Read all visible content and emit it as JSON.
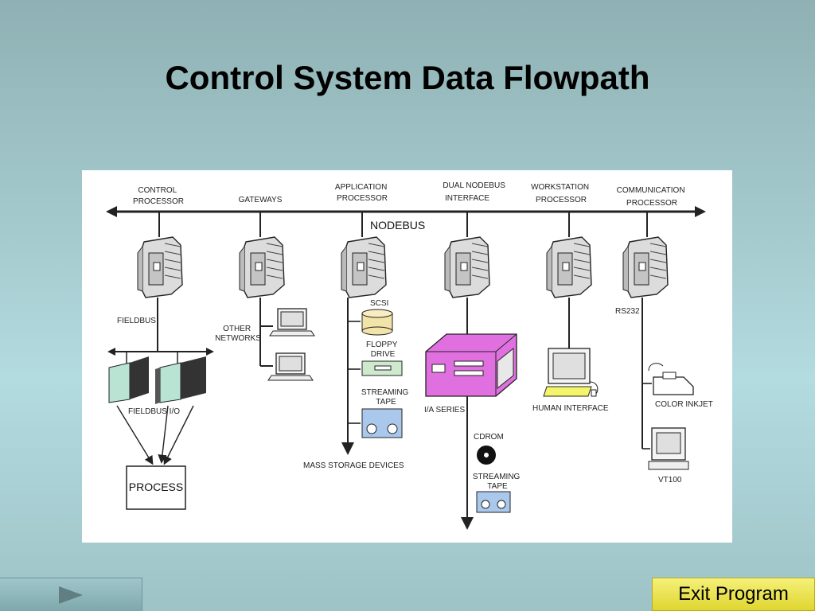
{
  "slide": {
    "title": "Control System Data Flowpath"
  },
  "diagram": {
    "bus_label": "NODEBUS",
    "modules": {
      "control_processor": [
        "CONTROL",
        "PROCESSOR"
      ],
      "gateways": [
        "GATEWAYS"
      ],
      "application_processor": [
        "APPLICATION",
        "PROCESSOR"
      ],
      "dual_nodebus": [
        "DUAL NODEBUS",
        "INTERFACE"
      ],
      "workstation_processor": [
        "WORKSTATION",
        "PROCESSOR"
      ],
      "communication_processor": [
        "COMMUNICATION",
        "PROCESSOR"
      ]
    },
    "fieldbus": "FIELDBUS",
    "fieldbus_io": "FIELDBUS I/O",
    "process": "PROCESS",
    "other_networks": [
      "OTHER",
      "NETWORKS"
    ],
    "scsi": "SCSI",
    "floppy": [
      "FLOPPY",
      "DRIVE"
    ],
    "streaming_tape": [
      "STREAMING",
      "TAPE"
    ],
    "mass_storage": "MASS STORAGE DEVICES",
    "ia_series": "I/A SERIES",
    "cdrom": "CDROM",
    "human_interface": "HUMAN INTERFACE",
    "rs232": "RS232",
    "color_inkjet": "COLOR INKJET",
    "vt100": "VT100"
  },
  "nav": {
    "next_icon": "right-arrow-icon",
    "exit_label": "Exit Program"
  },
  "colors": {
    "ia_series": "#e070e0",
    "crt_screen": "#dfdfdf",
    "tape": "#a9c8ec",
    "floppy": "#cfe9cf",
    "scsi": "#f2e3a8",
    "keyboard": "#f5f56b"
  }
}
